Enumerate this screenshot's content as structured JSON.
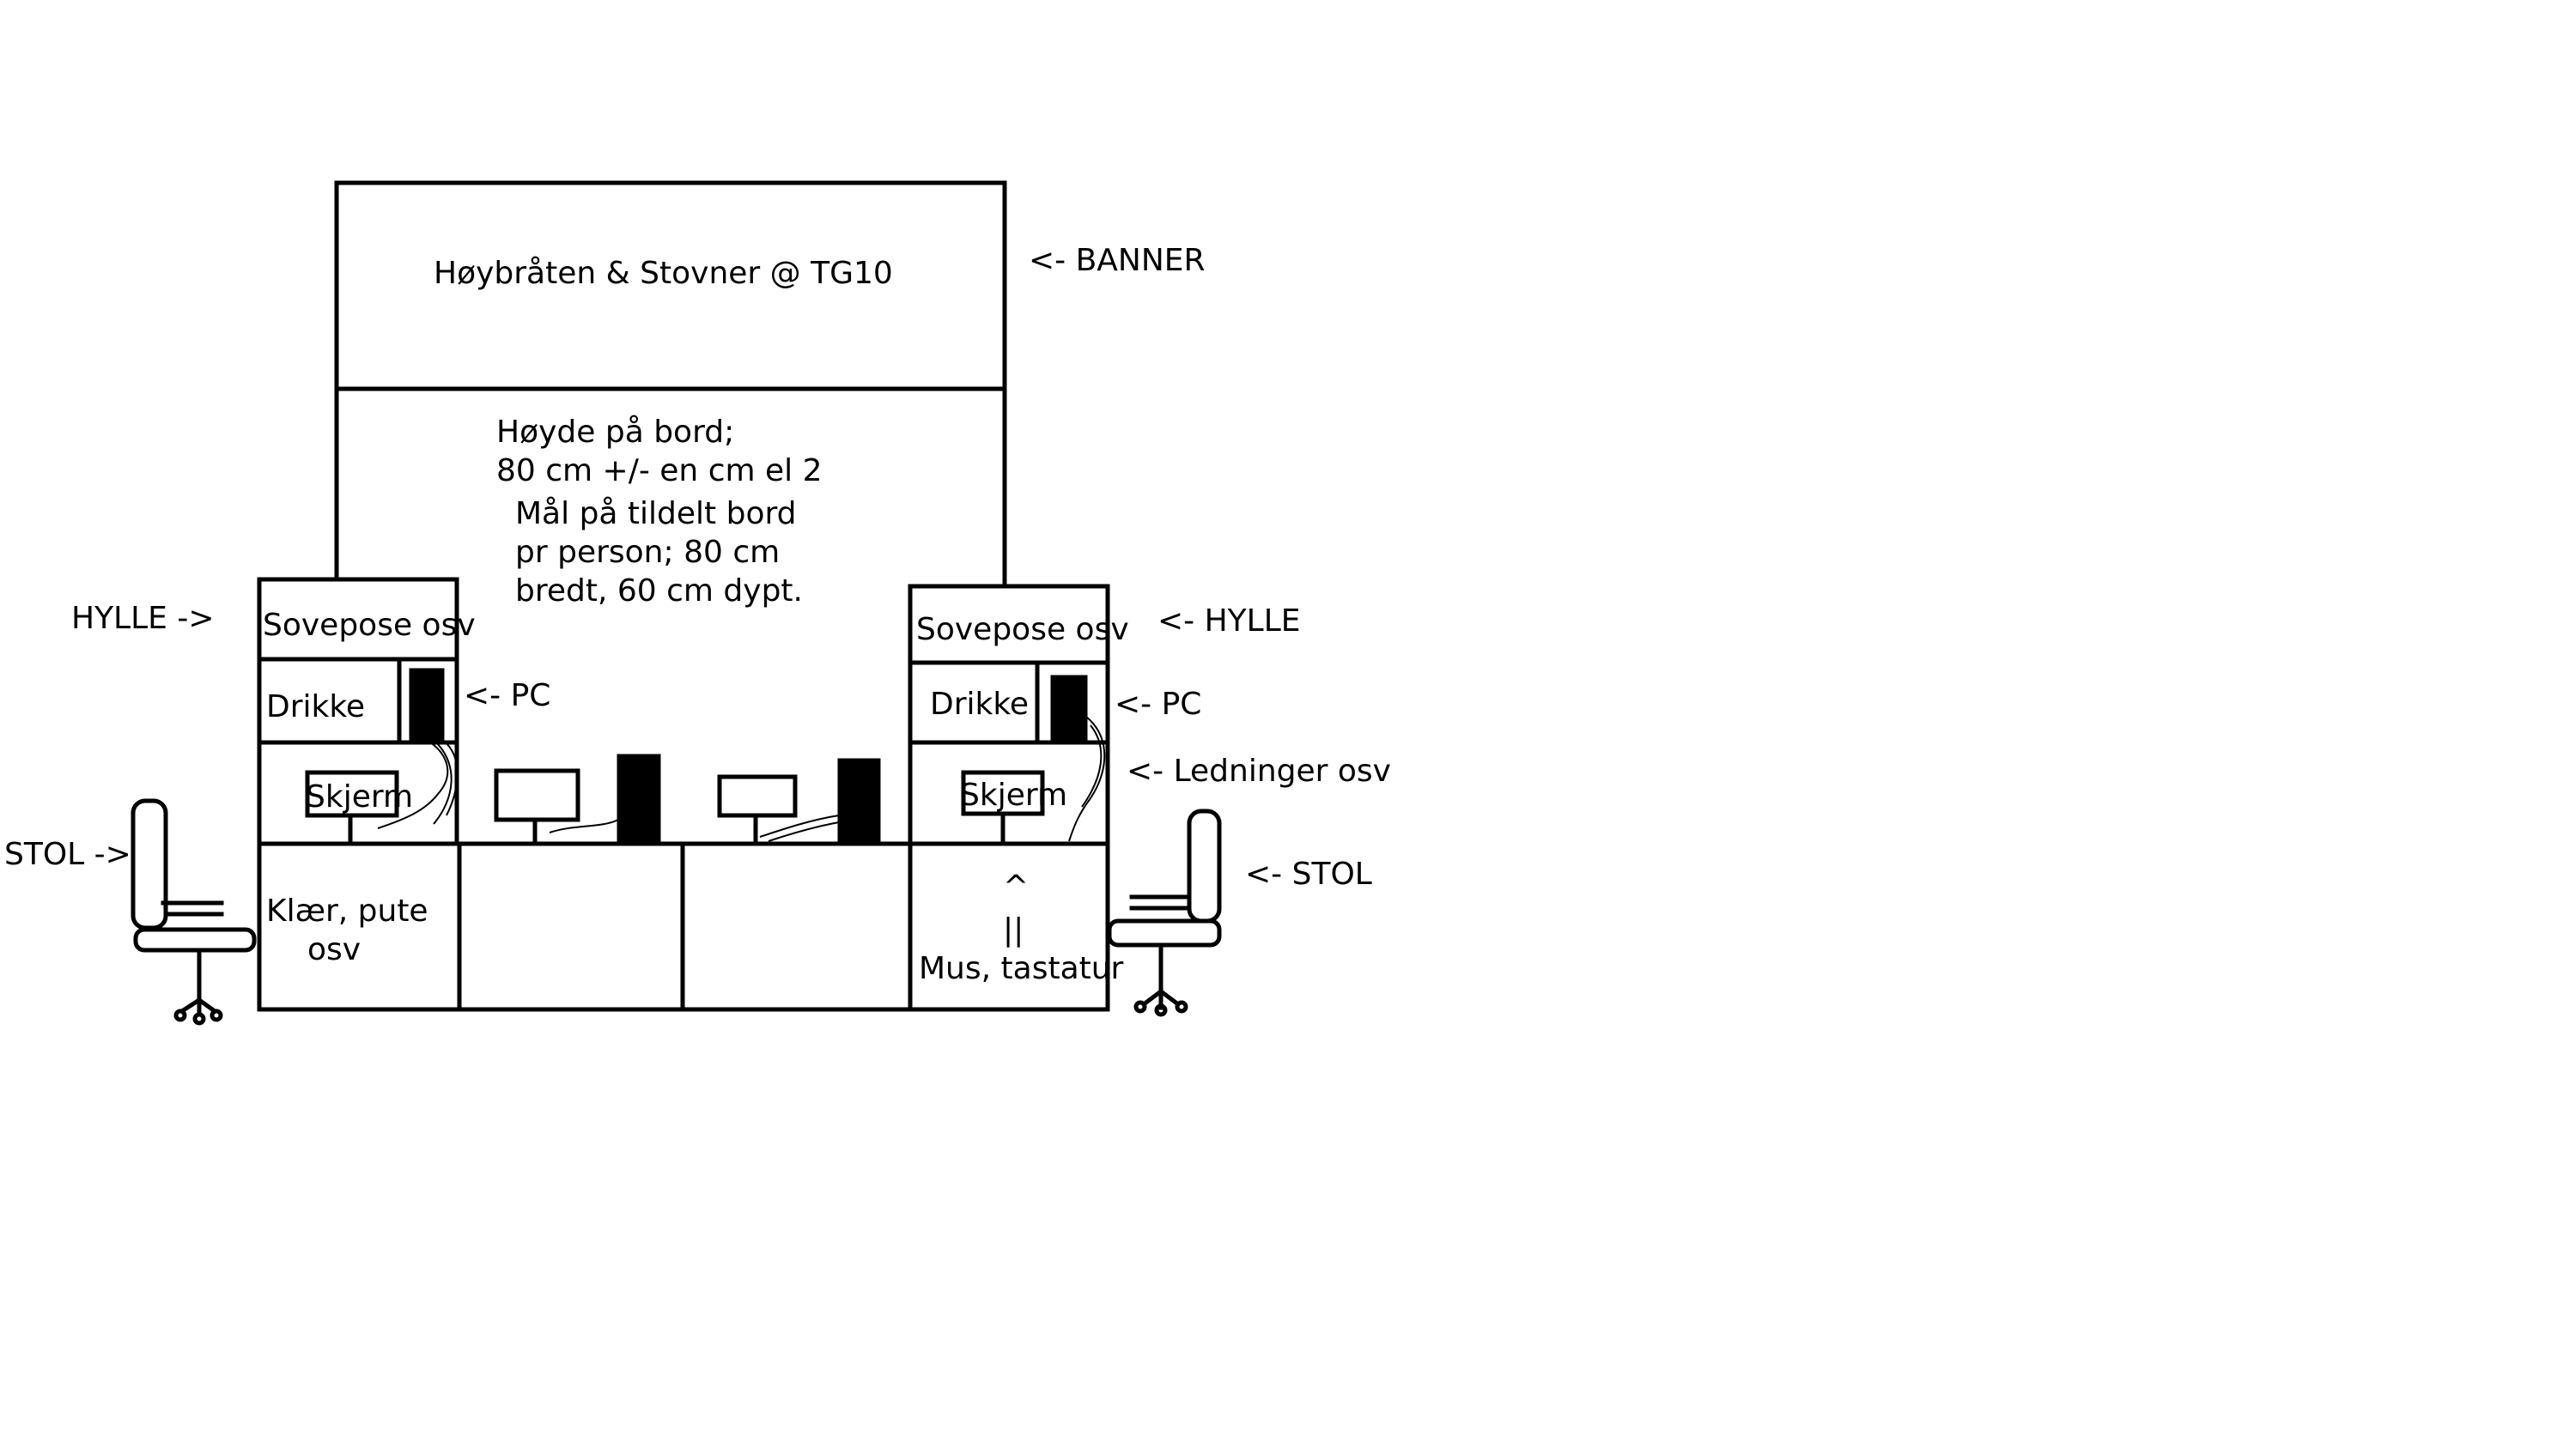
{
  "banner": {
    "title": "Høybråten & Stovner @ TG10"
  },
  "table_info": {
    "height_line1": "Høyde på bord;",
    "height_line2": "80 cm +/- en cm el 2",
    "size_line1": "Mål på tildelt bord",
    "size_line2": "pr person; 80 cm",
    "size_line3": "bredt, 60 cm dypt."
  },
  "left_unit": {
    "shelf_top": "Sovepose osv",
    "drinks": "Drikke",
    "screen": "Skjerm",
    "bottom_line1": "Klær, pute",
    "bottom_line2": "osv"
  },
  "right_unit": {
    "shelf_top": "Sovepose osv",
    "drinks": "Drikke",
    "screen": "Skjerm",
    "arrow_head": "^",
    "arrow_shaft": "||",
    "bottom": "Mus, tastatur"
  },
  "labels": {
    "banner": "<- BANNER",
    "shelf_left": "HYLLE ->",
    "shelf_right": "<- HYLLE",
    "pc_left": "<- PC",
    "pc_right": "<- PC",
    "cables": "<- Ledninger osv",
    "chair_left": "STOL ->",
    "chair_right": "<- STOL"
  },
  "icons": [
    "chair-icon",
    "monitor-icon",
    "pc-tower-icon"
  ]
}
